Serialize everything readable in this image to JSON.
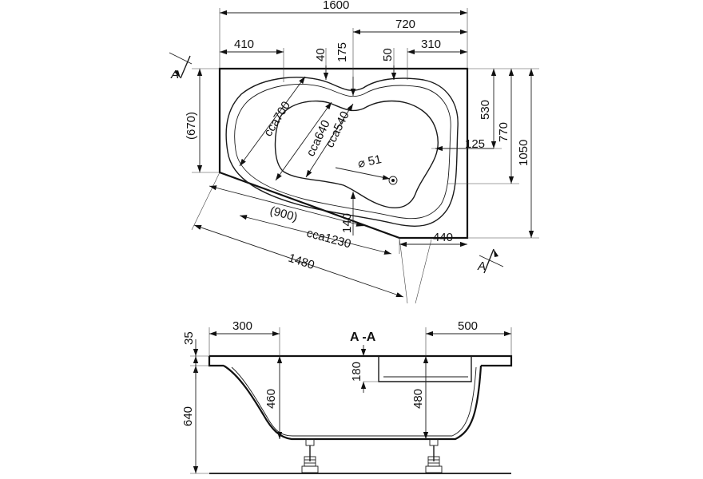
{
  "top_view": {
    "section_marker_top": "A",
    "section_marker_bottom": "A",
    "dims": {
      "total_length": "1600",
      "right_part": "720",
      "left_inset": "410",
      "rim_40": "40",
      "center_175": "175",
      "rim_50": "50",
      "right_inset": "310",
      "left_height": "(670)",
      "right_530": "530",
      "right_770": "770",
      "total_width": "1050",
      "side_125": "125",
      "drain": "⌀ 51",
      "diag_700": "cca700",
      "diag_640": "cca640",
      "diag_540": "cca540",
      "diag_140": "140",
      "diag_900": "(900)",
      "diag_1230": "cca1230",
      "diag_1480": "1480",
      "bottom_440": "440"
    }
  },
  "section_view": {
    "title": "A -A",
    "dims": {
      "rim_35": "35",
      "left_300": "300",
      "right_500": "500",
      "step_180": "180",
      "depth_460": "460",
      "depth_480": "480",
      "total_640": "640"
    }
  }
}
